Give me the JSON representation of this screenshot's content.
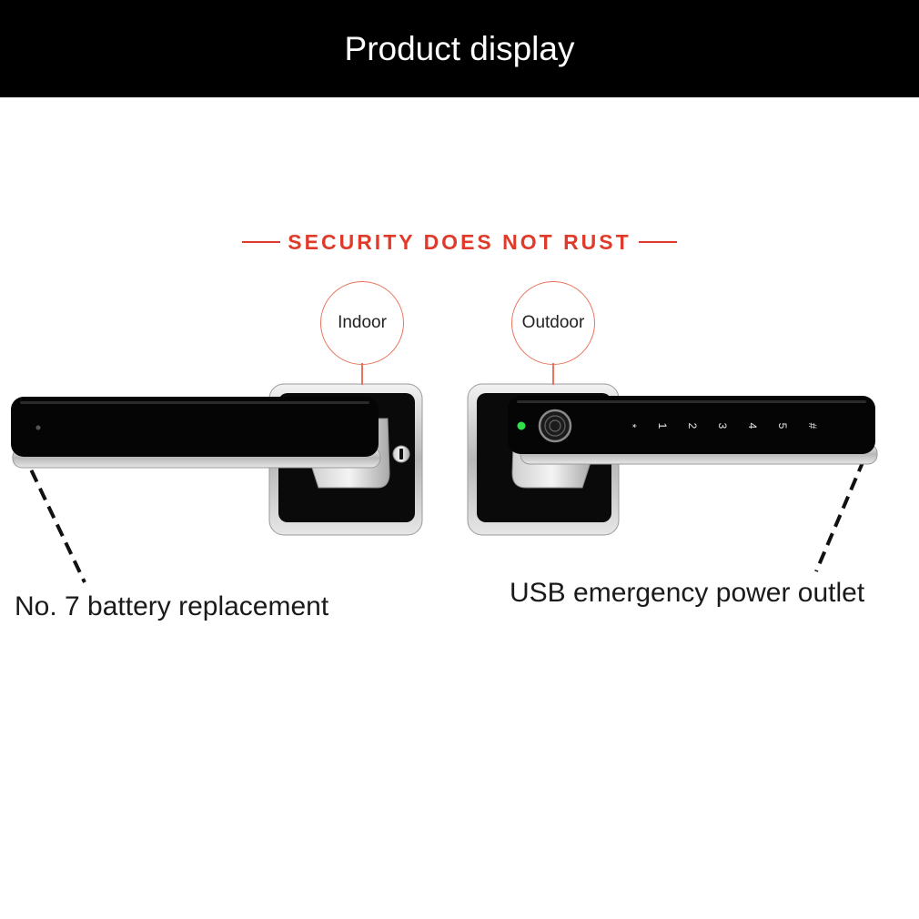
{
  "header": {
    "title": "Product display"
  },
  "tagline": {
    "text": "SECURITY DOES NOT RUST",
    "color": "#e03a2a"
  },
  "callouts": {
    "indoor": "Indoor",
    "outdoor": "Outdoor"
  },
  "captions": {
    "battery": "No. 7 battery replacement",
    "usb": "USB emergency power outlet"
  },
  "keypad": {
    "keys": [
      "*",
      "1",
      "2",
      "3",
      "4",
      "5",
      "#"
    ]
  },
  "icons": {
    "fingerprint": "fingerprint-sensor-icon",
    "status_led": "status-led-icon",
    "keyhole": "keyhole-icon"
  }
}
